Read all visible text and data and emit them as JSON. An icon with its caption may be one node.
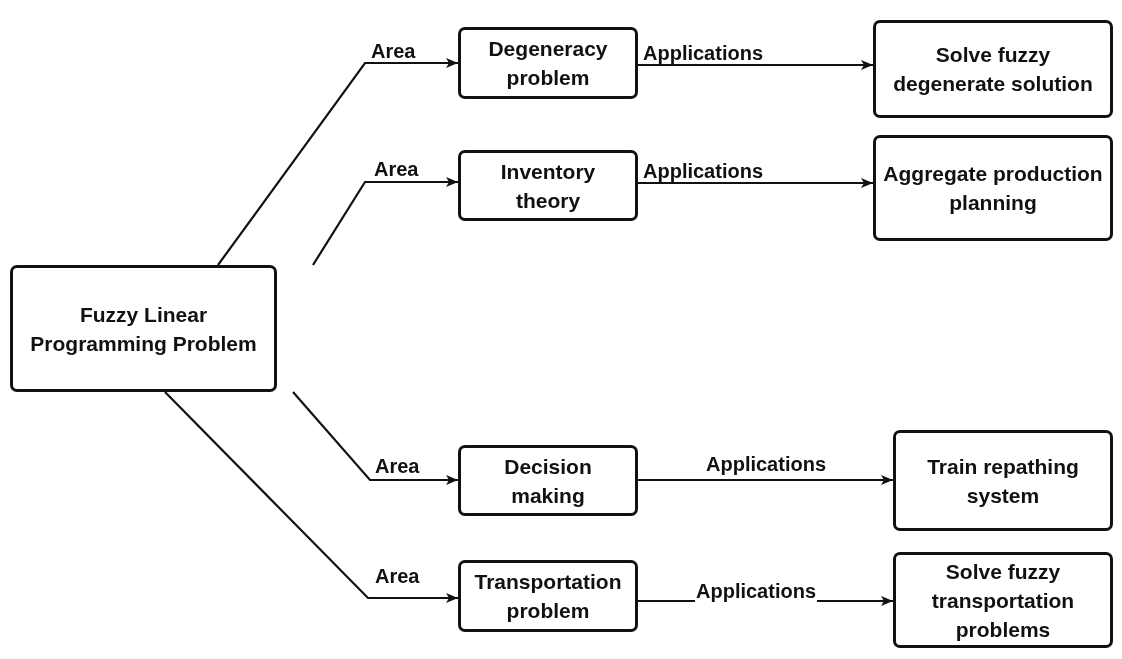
{
  "diagram": {
    "nodes": [
      {
        "text": [
          "Fuzzy Linear Programming Problem"
        ]
      },
      {
        "text": [
          "Degeneracy problem"
        ]
      },
      {
        "text": [
          "Solve fuzzy degenerate solution"
        ]
      },
      {
        "text": [
          "Inventory theory"
        ]
      },
      {
        "text": [
          "Aggregate production planning"
        ]
      },
      {
        "text": [
          "Decision making"
        ]
      },
      {
        "text": [
          "Train repathing system"
        ]
      },
      {
        "text": [
          "Transportation problem"
        ]
      },
      {
        "text": [
          "Solve fuzzy transportation problems"
        ]
      }
    ],
    "edges": [
      {
        "from": 0,
        "to": 1,
        "arrow": "to",
        "label": "Area"
      },
      {
        "from": 1,
        "to": 2,
        "arrow": "to",
        "label": "Applications"
      },
      {
        "from": 0,
        "to": 3,
        "arrow": "to",
        "label": "Area"
      },
      {
        "from": 3,
        "to": 4,
        "arrow": "to",
        "label": "Applications"
      },
      {
        "from": 0,
        "to": 5,
        "arrow": "to",
        "label": "Area"
      },
      {
        "from": 5,
        "to": 6,
        "arrow": "to",
        "label": "Applications"
      },
      {
        "from": 0,
        "to": 7,
        "arrow": "to",
        "label": "Area"
      },
      {
        "from": 7,
        "to": 8,
        "arrow": "to",
        "label": "Applications"
      }
    ]
  }
}
